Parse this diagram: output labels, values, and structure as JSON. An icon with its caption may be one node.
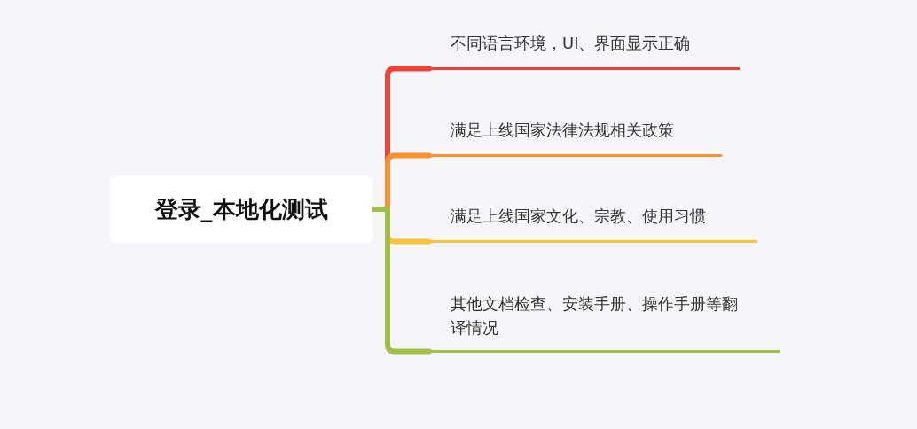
{
  "diagram": {
    "nodes": [
      {
        "text": [
          "登录_本地化测试"
        ]
      },
      {
        "text": [
          "不同语言环境，UI、界面显示正确"
        ]
      },
      {
        "text": [
          "满足上线国家法律法规相关政策"
        ]
      },
      {
        "text": [
          "满足上线国家文化、宗教、使用习惯"
        ]
      },
      {
        "text": [
          "其他文档检查、安装手册、操作手册等翻译情况"
        ]
      }
    ],
    "edges": [
      {
        "from": 0,
        "to": 1,
        "arrow": "none",
        "color": "#ef4136"
      },
      {
        "from": 0,
        "to": 2,
        "arrow": "none",
        "color": "#f7922e"
      },
      {
        "from": 0,
        "to": 3,
        "arrow": "none",
        "color": "#f9c23c"
      },
      {
        "from": 0,
        "to": 4,
        "arrow": "none",
        "color": "#a2c046"
      }
    ]
  }
}
